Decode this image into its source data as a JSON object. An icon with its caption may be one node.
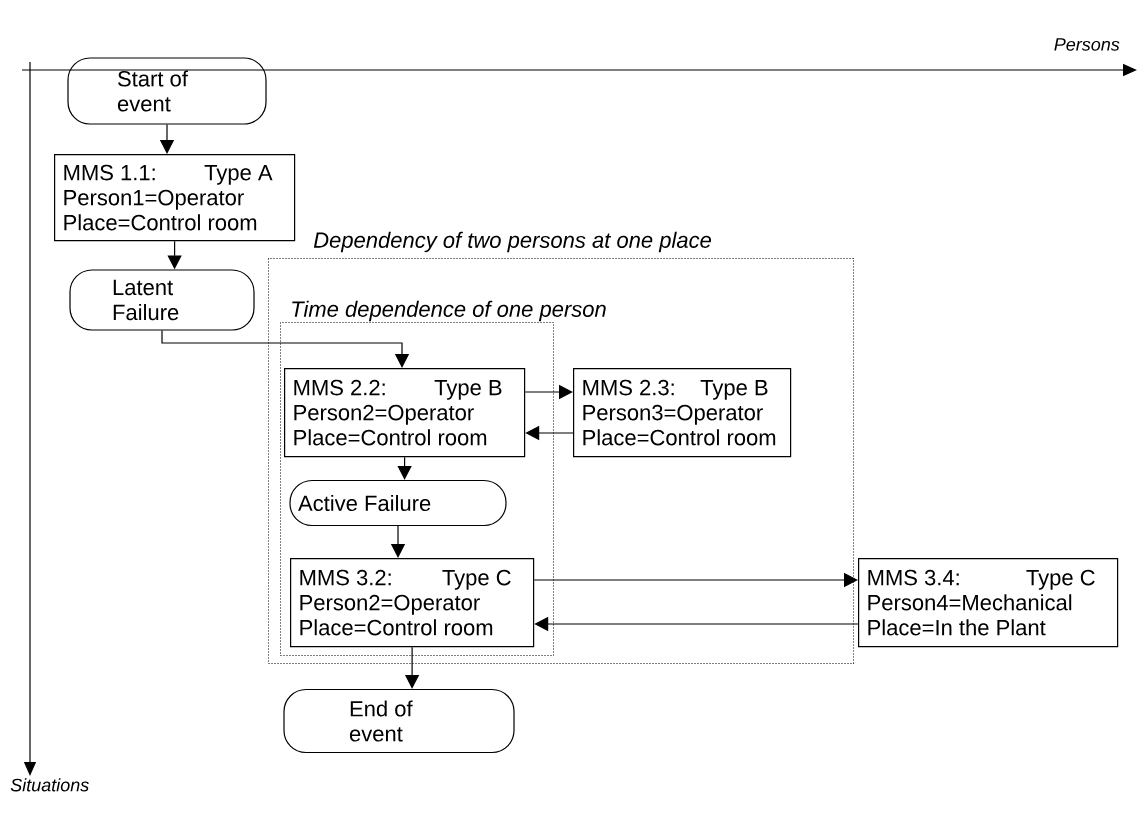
{
  "diagram": {
    "nodes": [
      {
        "text": [
          "Start of event"
        ]
      },
      {
        "text": [
          "MMS 1.1:",
          "Type A",
          "Person1=Operator",
          "Place=Control room"
        ]
      },
      {
        "text": [
          "Latent Failure"
        ]
      },
      {
        "text": [
          "Dependency of two persons at one place"
        ]
      },
      {
        "text": [
          "Time dependence of one person"
        ],
        "in": 3
      },
      {
        "text": [
          "MMS 2.2:",
          "Type B",
          "Person2=Operator",
          "Place=Control room"
        ],
        "in": 4
      },
      {
        "text": [
          "MMS 2.3:",
          "Type B",
          "Person3=Operator",
          "Place=Control room"
        ],
        "in": 3
      },
      {
        "text": [
          "Active Failure"
        ],
        "in": 4
      },
      {
        "text": [
          "MMS 3.2:",
          "Type C",
          "Person2=Operator",
          "Place=Control room"
        ],
        "in": 4
      },
      {
        "text": [
          "MMS 3.4:",
          "Type C",
          "Person4=Mechanical",
          "Place=In the Plant"
        ]
      },
      {
        "text": [
          "End of event"
        ]
      }
    ],
    "edges": [
      {
        "from": 0,
        "to": 1,
        "arrow": "to"
      },
      {
        "from": 1,
        "to": 2,
        "arrow": "to"
      },
      {
        "from": 2,
        "to": 5,
        "arrow": "to"
      },
      {
        "from": 5,
        "to": 6,
        "arrow": "to"
      },
      {
        "from": 6,
        "to": 5,
        "arrow": "to"
      },
      {
        "from": 5,
        "to": 7,
        "arrow": "to"
      },
      {
        "from": 7,
        "to": 8,
        "arrow": "to"
      },
      {
        "from": 8,
        "to": 9,
        "arrow": "to"
      },
      {
        "from": 9,
        "to": 8,
        "arrow": "to"
      },
      {
        "from": 8,
        "to": 10,
        "arrow": "to"
      }
    ],
    "labels": [
      "Persons",
      "Situations"
    ]
  }
}
